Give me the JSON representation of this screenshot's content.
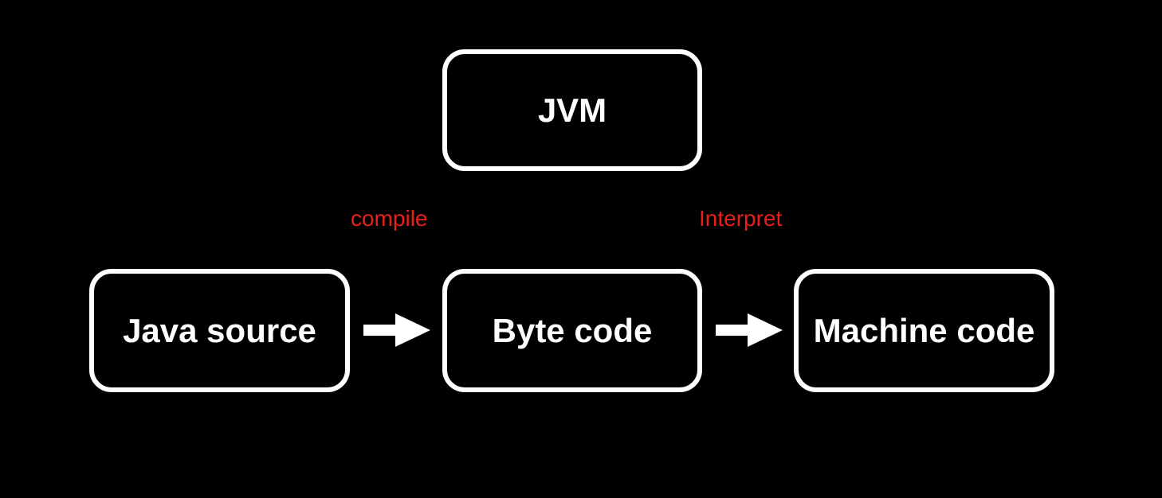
{
  "nodes": {
    "jvm": "JVM",
    "java_source": "Java source",
    "byte_code": "Byte code",
    "machine_code": "Machine code"
  },
  "edges": {
    "compile": "compile",
    "interpret": "Interpret"
  },
  "colors": {
    "background": "#000000",
    "box_border": "#ffffff",
    "box_text": "#ffffff",
    "edge_label": "#e8201a",
    "arrow": "#ffffff"
  }
}
